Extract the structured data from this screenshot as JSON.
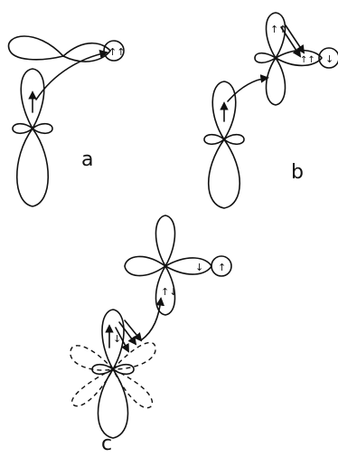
{
  "panels": [
    {
      "id": "a",
      "label": "a"
    },
    {
      "id": "b",
      "label": "b"
    },
    {
      "id": "c",
      "label": "c"
    }
  ],
  "colors": {
    "ink": "#111111",
    "background": "#ffffff"
  }
}
